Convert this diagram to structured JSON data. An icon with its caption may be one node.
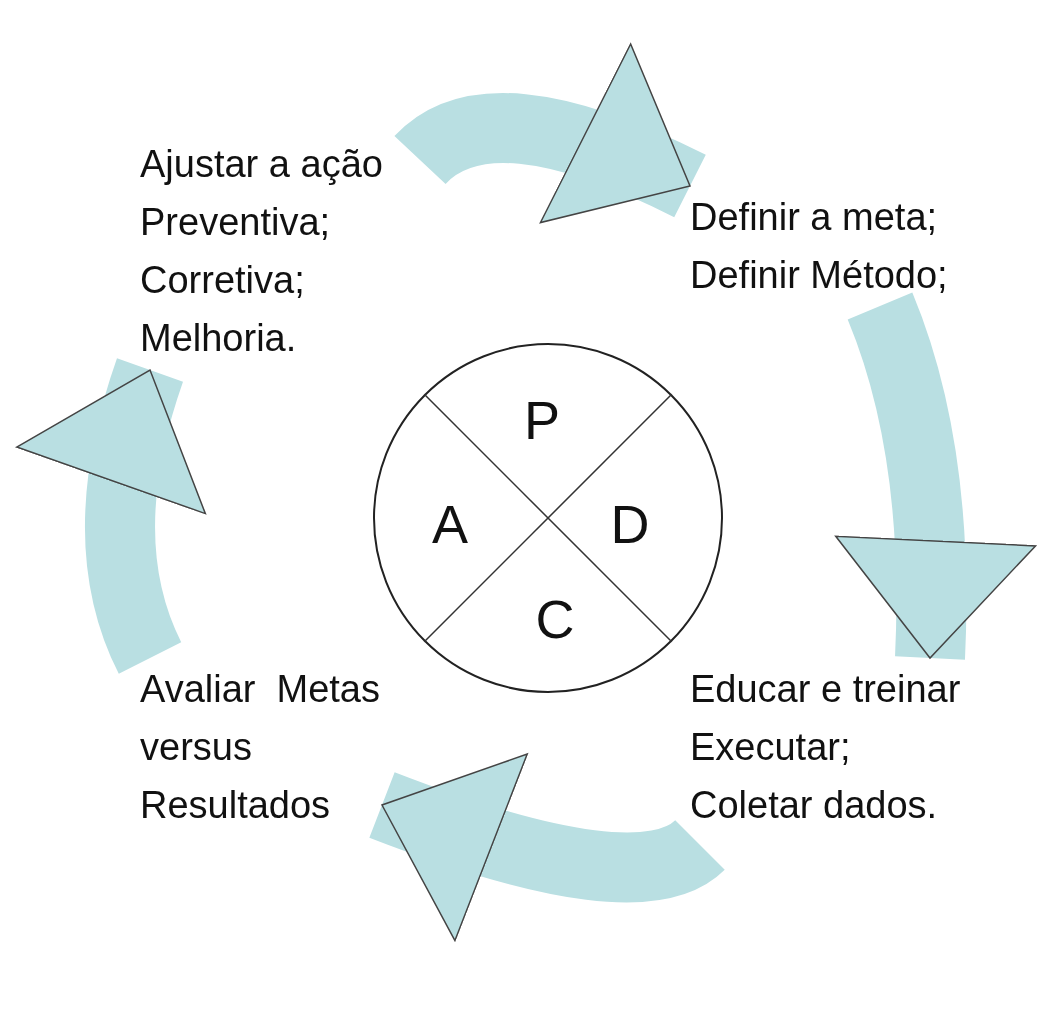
{
  "diagram": {
    "nodes": [
      {
        "text": [
          "Ajustar a ação Preventiva; Corretiva; Melhoria."
        ]
      },
      {
        "text": [
          "Definir a meta; Definir Método;"
        ]
      },
      {
        "text": [
          "P",
          "A",
          "D",
          "C"
        ]
      },
      {
        "text": [
          "Avaliar Metas versus Resultados"
        ]
      },
      {
        "text": [
          "Educar e treinar Executar; Coletar dados."
        ]
      }
    ],
    "edges": [
      {
        "from": 0,
        "to": 1,
        "arrow": "to"
      },
      {
        "from": 1,
        "to": 4,
        "arrow": "to"
      },
      {
        "from": 4,
        "to": 3,
        "arrow": "to"
      },
      {
        "from": 3,
        "to": 0,
        "arrow": "to"
      }
    ]
  }
}
